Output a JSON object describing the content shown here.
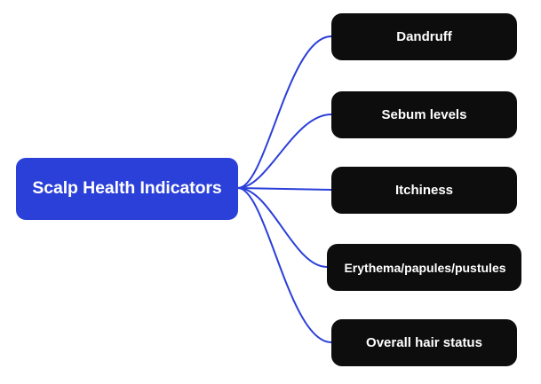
{
  "diagram": {
    "type": "mind-map",
    "orientation": "left-to-right",
    "background_color": "#FFFFFF",
    "root": {
      "label": "Scalp Health Indicators",
      "fill_color": "#2B3FD9",
      "text_color": "#FFFFFF"
    },
    "edge_color": "#2B3FD9",
    "branches": [
      {
        "label": "Dandruff",
        "fill_color": "#0D0D0D",
        "text_color": "#FFFFFF"
      },
      {
        "label": "Sebum levels",
        "fill_color": "#0D0D0D",
        "text_color": "#FFFFFF"
      },
      {
        "label": "Itchiness",
        "fill_color": "#0D0D0D",
        "text_color": "#FFFFFF"
      },
      {
        "label": "Erythema/papules/pustules",
        "fill_color": "#0D0D0D",
        "text_color": "#FFFFFF"
      },
      {
        "label": "Overall hair status",
        "fill_color": "#0D0D0D",
        "text_color": "#FFFFFF"
      }
    ]
  }
}
